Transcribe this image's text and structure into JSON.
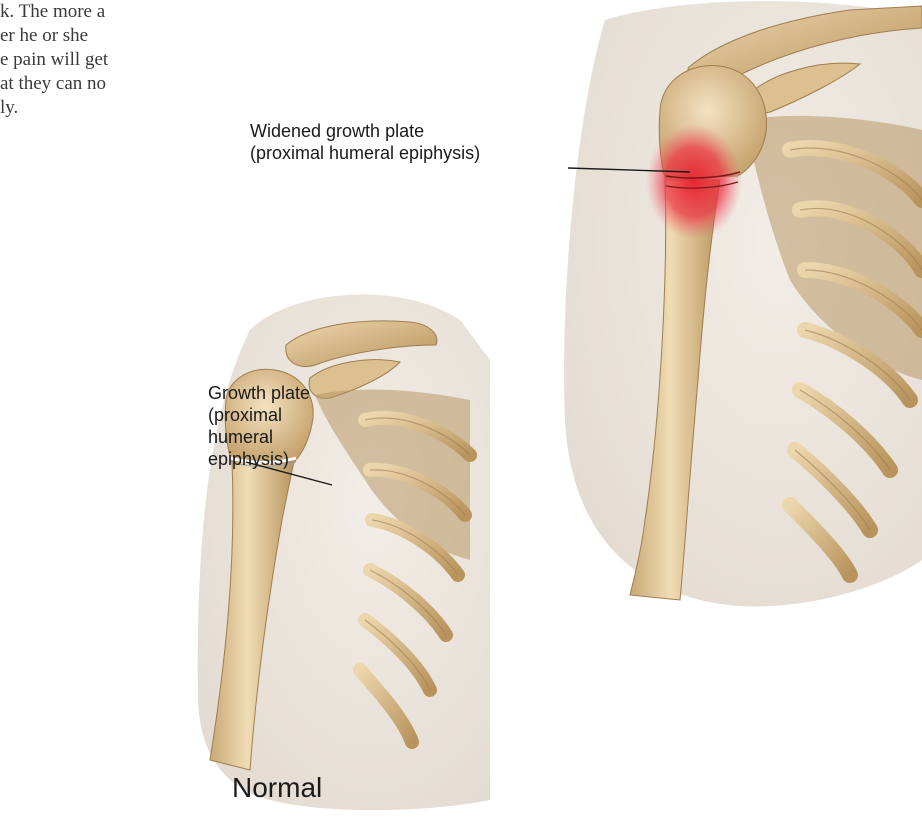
{
  "body_text": {
    "lines": [
      "k. The more a",
      "er he or she",
      "e pain will get",
      "at they can no",
      "ly."
    ]
  },
  "labels": {
    "widened": {
      "lines": [
        "Widened growth plate",
        "(proximal humeral epiphysis)"
      ]
    },
    "normal_plate": {
      "lines": [
        "Growth plate",
        "(proximal",
        "humeral",
        "epiphysis)"
      ]
    }
  },
  "caption": "Normal",
  "colors": {
    "bone": "#e6cc9e",
    "bone_shade": "#b89766",
    "skin": "#efe9e2",
    "inflammation": "#e8202e",
    "growth_plate_line": "#ffffff"
  }
}
